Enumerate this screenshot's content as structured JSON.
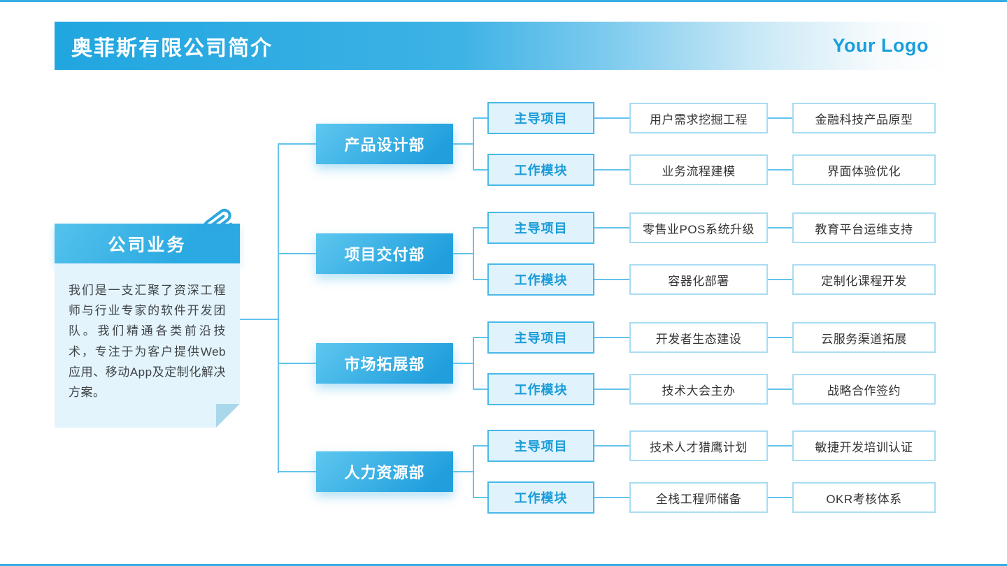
{
  "header": {
    "title": "奥菲斯有限公司简介",
    "logo": "Your Logo"
  },
  "intro_card": {
    "title": "公司业务",
    "body": "我们是一支汇聚了资深工程师与行业专家的软件开发团队。我们精通各类前沿技术，专注于为客户提供Web应用、移动App及定制化解决方案。",
    "icon": "paperclip-icon"
  },
  "colors": {
    "accent_blue": "#29a9e1",
    "deep_blue": "#219fdd",
    "light_blue_fill": "#e0f2fb",
    "sub_text_blue": "#189bd8",
    "leaf_border": "#a9dcf2",
    "connector": "#63c3ec",
    "card_body_bg": "#e3f4fc"
  },
  "groups": [
    {
      "dept": "产品设计部",
      "rows": [
        {
          "label": "主导项目",
          "items": [
            "用户需求挖掘工程",
            "金融科技产品原型"
          ]
        },
        {
          "label": "工作模块",
          "items": [
            "业务流程建模",
            "界面体验优化"
          ]
        }
      ]
    },
    {
      "dept": "项目交付部",
      "rows": [
        {
          "label": "主导项目",
          "items": [
            "零售业POS系统升级",
            "教育平台运维支持"
          ]
        },
        {
          "label": "工作模块",
          "items": [
            "容器化部署",
            "定制化课程开发"
          ]
        }
      ]
    },
    {
      "dept": "市场拓展部",
      "rows": [
        {
          "label": "主导项目",
          "items": [
            "开发者生态建设",
            "云服务渠道拓展"
          ]
        },
        {
          "label": "工作模块",
          "items": [
            "技术大会主办",
            "战略合作签约"
          ]
        }
      ]
    },
    {
      "dept": "人力资源部",
      "rows": [
        {
          "label": "主导项目",
          "items": [
            "技术人才猎鹰计划",
            "敏捷开发培训认证"
          ]
        },
        {
          "label": "工作模块",
          "items": [
            "全栈工程师储备",
            "OKR考核体系"
          ]
        }
      ]
    }
  ]
}
